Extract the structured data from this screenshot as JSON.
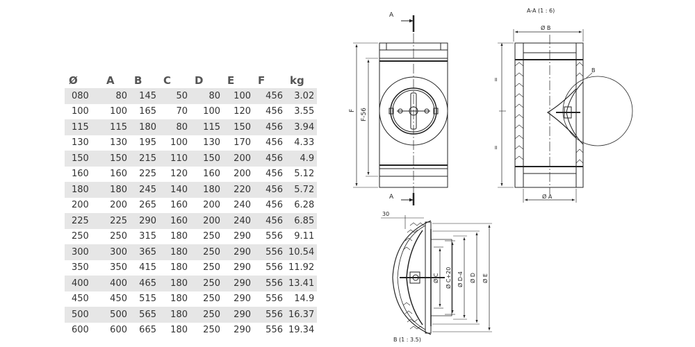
{
  "table": {
    "headers": [
      "Ø",
      "A",
      "B",
      "C",
      "D",
      "E",
      "F",
      "kg"
    ],
    "rows": [
      [
        "080",
        "80",
        "145",
        "50",
        "80",
        "100",
        "456",
        "3.02"
      ],
      [
        "100",
        "100",
        "165",
        "70",
        "100",
        "120",
        "456",
        "3.55"
      ],
      [
        "115",
        "115",
        "180",
        "80",
        "115",
        "150",
        "456",
        "3.94"
      ],
      [
        "130",
        "130",
        "195",
        "100",
        "130",
        "170",
        "456",
        "4.33"
      ],
      [
        "150",
        "150",
        "215",
        "110",
        "150",
        "200",
        "456",
        "4.9"
      ],
      [
        "160",
        "160",
        "225",
        "120",
        "160",
        "200",
        "456",
        "5.12"
      ],
      [
        "180",
        "180",
        "245",
        "140",
        "180",
        "220",
        "456",
        "5.72"
      ],
      [
        "200",
        "200",
        "265",
        "160",
        "200",
        "240",
        "456",
        "6.28"
      ],
      [
        "225",
        "225",
        "290",
        "160",
        "200",
        "240",
        "456",
        "6.85"
      ],
      [
        "250",
        "250",
        "315",
        "180",
        "250",
        "290",
        "556",
        "9.11"
      ],
      [
        "300",
        "300",
        "365",
        "180",
        "250",
        "290",
        "556",
        "10.54"
      ],
      [
        "350",
        "350",
        "415",
        "180",
        "250",
        "290",
        "556",
        "11.92"
      ],
      [
        "400",
        "400",
        "465",
        "180",
        "250",
        "290",
        "556",
        "13.41"
      ],
      [
        "450",
        "450",
        "515",
        "180",
        "250",
        "290",
        "556",
        "14.9"
      ],
      [
        "500",
        "500",
        "565",
        "180",
        "250",
        "290",
        "556",
        "16.37"
      ],
      [
        "600",
        "600",
        "665",
        "180",
        "250",
        "290",
        "556",
        "19.34"
      ]
    ]
  },
  "drawing": {
    "front": {
      "section_mark_top": "A",
      "section_mark_bottom": "A",
      "dim_f": "F",
      "dim_f56": "F-56"
    },
    "section": {
      "title": "A-A (1 : 6)",
      "dim_b": "Ø B",
      "dim_a": "Ø A",
      "detail_mark": "B",
      "equal_1": "=",
      "equal_2": "="
    },
    "detail": {
      "title": "B (1 : 3.5)",
      "dim_30": "30",
      "dim_c": "Ø C",
      "dim_c20": "Ø C+20",
      "dim_d4": "Ø D-4",
      "dim_d": "Ø D",
      "dim_e": "Ø E"
    }
  }
}
